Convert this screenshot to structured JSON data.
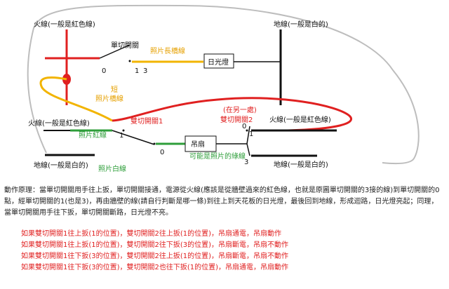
{
  "diagram": {
    "hot_wire_top": "火線(一般是紅色線)",
    "neutral_wire_top": "地線(一般是白的)",
    "single_switch": "單切開關",
    "lamp_long_wire": "照片長橋線",
    "lamp_label": "日光燈",
    "switch_pos_0_top": "0",
    "switch_pos_1_top": "1",
    "switch_pos_3_top": "3",
    "short_bridge_1": "短",
    "short_bridge_2": "照片橋線",
    "other_switch_note": "(在另一處)",
    "double_switch_2": "雙切開關2",
    "hot_wire_right": "火線(一般是紅色線)",
    "hot_wire_left": "火線(一般是紅色線)",
    "double_switch_1": "雙切開關1",
    "photo_red_wire": "照片紅線",
    "fan_label": "吊扇",
    "photo_green_wire": "可能是照片的綠線",
    "ds1_pos_1": "1",
    "ds1_pos_0": "0",
    "ds2_pos_0": "0",
    "ds2_pos_1": "1",
    "ds2_pos_3": "3",
    "neutral_wire_left": "地線(一般是白的)",
    "photo_white_wire": "照片白線",
    "neutral_wire_right": "地線(一般是白的)"
  },
  "explanation": "動作原理：當單切開關用手往上扳，單切開關接通，電源從火線(應該是從牆壁過來的紅色線，也就是原圖單切開關的3接的線)到單切開關的0點，經單切開關的1(也是3)，再由牆壁的線(請自行判斷是哪一條)到往上到天花板的日光燈，最後回到地線，形成迴路，日光燈亮起；同理，當單切開關用手往下扳，單切開關斷路，日光燈不亮。",
  "cases": [
    "如果雙切開關1往上扳(1的位置)，雙切開關2往上扳(1的位置)，吊扇通電，吊扇動作",
    "如果雙切開關1往上扳(1的位置)，雙切開關2往下扳(3的位置)，吊扇斷電，吊扇不動作",
    "如果雙切開關1往下扳(3的位置)，雙切開關2往上扳(1的位置)，吊扇斷電，吊扇不動作",
    "如果雙切開關1往下扳(3的位置)，雙切開關2也往下扳(1的位置)，吊扇通電，吊扇動作"
  ],
  "colors": {
    "hot": "#e02020",
    "bridge": "#f2b400",
    "green": "#2e9e3a",
    "neutral": "#111111",
    "loop": "#bdbdbd",
    "case_text": "#e02020"
  }
}
